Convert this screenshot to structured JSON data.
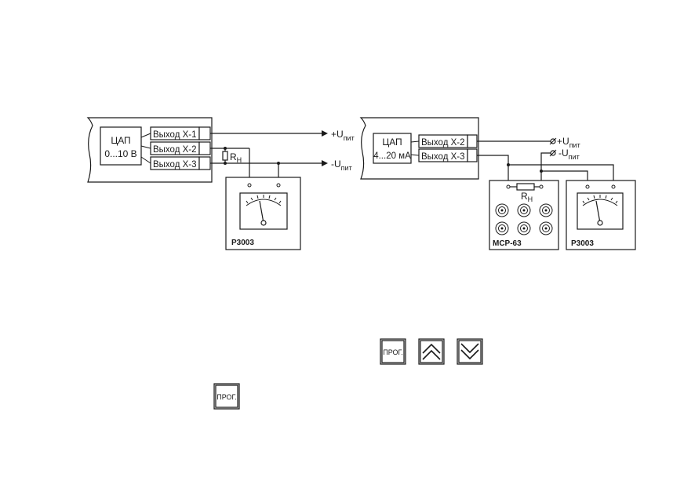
{
  "left_circuit": {
    "dac_title": "ЦАП",
    "dac_range": "0...10 В",
    "outputs": [
      "Выход Х-1",
      "Выход Х-2",
      "Выход Х-3"
    ],
    "plus_label": "+U",
    "minus_label": "-U",
    "sub_label": "пит",
    "resistor_label": "R",
    "resistor_sub": "Н",
    "meter_label": "Р3003"
  },
  "right_circuit": {
    "dac_title": "ЦАП",
    "dac_range": "4...20 мА",
    "outputs": [
      "Выход Х-2",
      "Выход Х-3"
    ],
    "plus_label": "+U",
    "minus_label": "-U",
    "sub_label": "пит",
    "resistor_label": "R",
    "resistor_sub": "Н",
    "msr_label": "МСР-63",
    "meter_label": "Р3003"
  },
  "buttons": {
    "prog_top": "ПРОГ.",
    "prog_bottom": "ПРОГ."
  },
  "icons": {
    "up": "double-chevron-up-icon",
    "down": "double-chevron-down-icon"
  }
}
